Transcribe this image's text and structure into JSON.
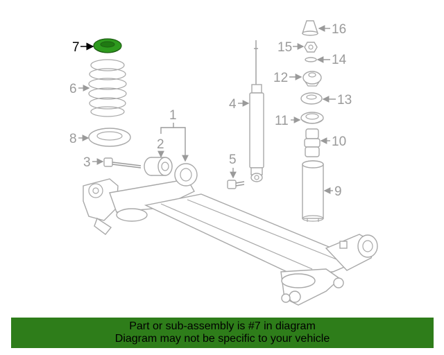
{
  "callouts": {
    "c1": "1",
    "c2": "2",
    "c3": "3",
    "c4": "4",
    "c5": "5",
    "c6": "6",
    "c7": "7",
    "c8": "8",
    "c9": "9",
    "c10": "10",
    "c11": "11",
    "c12": "12",
    "c13": "13",
    "c14": "14",
    "c15": "15",
    "c16": "16"
  },
  "highlight": {
    "part": "7",
    "color": "#2e9a1e"
  },
  "banner": {
    "line1": "Part or sub-assembly is #7 in diagram",
    "line2": "Diagram may not be specific to your vehicle",
    "color": "#2e7d1a"
  }
}
